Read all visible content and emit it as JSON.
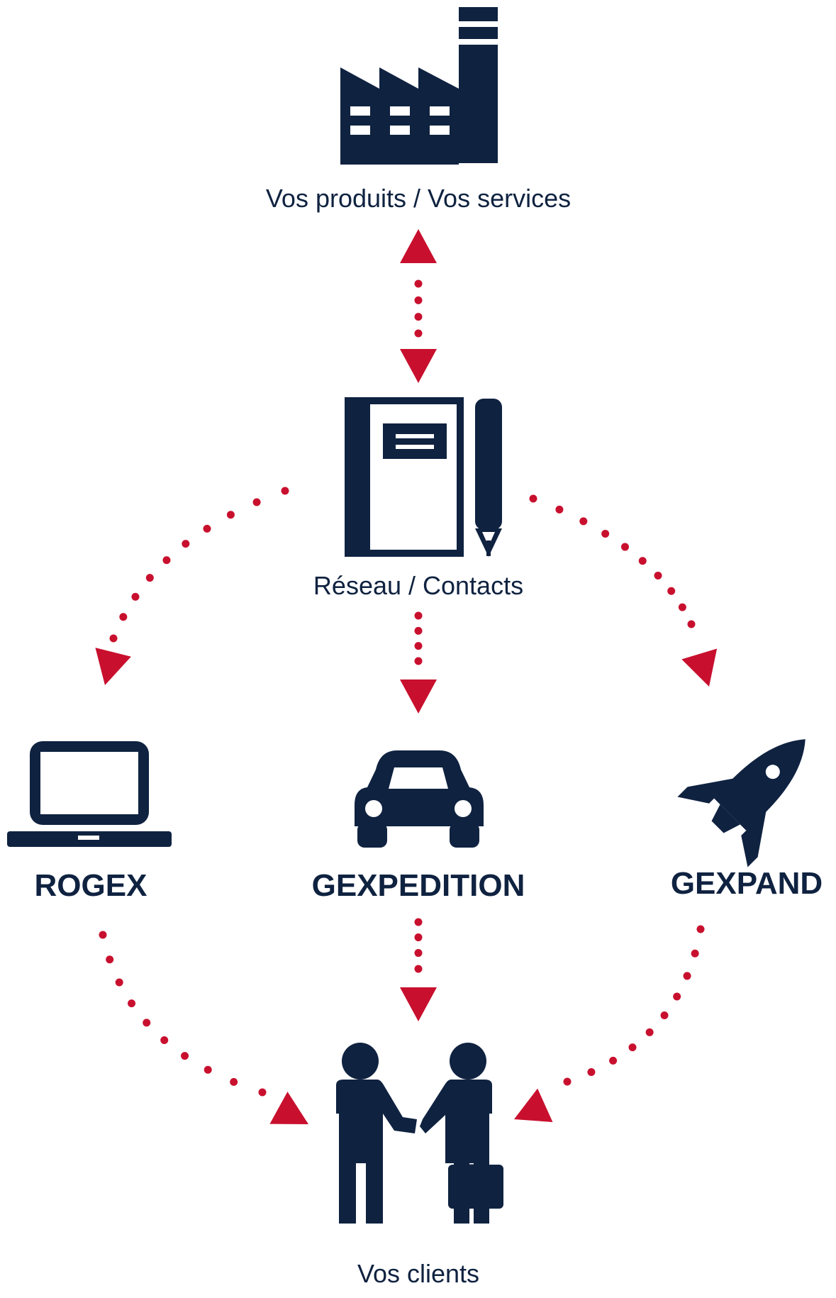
{
  "colors": {
    "navy": "#0f2240",
    "red": "#c8102e",
    "background": "#ffffff"
  },
  "nodes": {
    "factory": {
      "label": "Vos produits / Vos services",
      "icon": "factory-icon"
    },
    "network": {
      "label": "Réseau / Contacts",
      "icon": "notebook-pen-icon"
    },
    "rogex": {
      "label": "ROGEX",
      "icon": "laptop-icon"
    },
    "gexpedition": {
      "label": "GEXPEDITION",
      "icon": "car-icon"
    },
    "gexpand": {
      "label": "GEXPAND",
      "icon": "rocket-icon"
    },
    "clients": {
      "label": "Vos clients",
      "icon": "handshake-icon"
    }
  }
}
